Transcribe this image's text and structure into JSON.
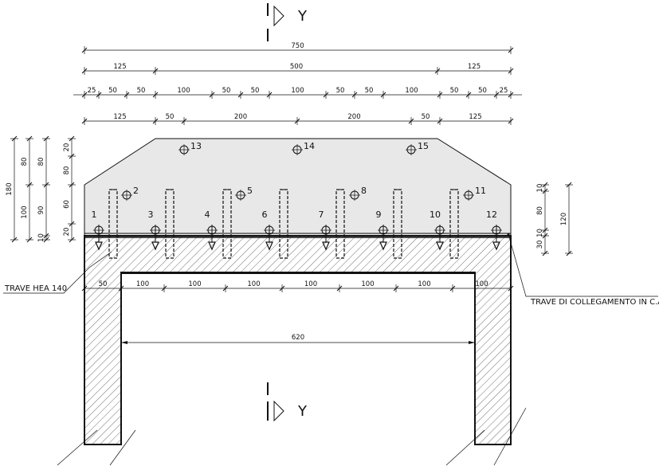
{
  "section": {
    "letter": "Y"
  },
  "dims": {
    "total": "750",
    "row2": [
      "125",
      "500",
      "125"
    ],
    "row3": [
      "25",
      "50",
      "50",
      "100",
      "50",
      "50",
      "100",
      "50",
      "50",
      "100",
      "50",
      "50",
      "25"
    ],
    "row4": [
      "125",
      "50",
      "200",
      "200",
      "50",
      "125"
    ],
    "left_outer": "180",
    "left_mid": [
      "80",
      "100"
    ],
    "left_inner": [
      "80",
      "90",
      "10"
    ],
    "left_small": [
      "20",
      "80",
      "60",
      "20"
    ],
    "right_outer": "120",
    "right_inner": [
      "10",
      "80",
      "10",
      "30"
    ],
    "beam_row": [
      "50",
      "100",
      "100",
      "100",
      "100",
      "100",
      "100",
      "100"
    ],
    "opening": "620"
  },
  "points_top": [
    "13",
    "14",
    "15"
  ],
  "points_mid": [
    "2",
    "5",
    "8",
    "11"
  ],
  "points_bottom": [
    "1",
    "3",
    "4",
    "6",
    "7",
    "9",
    "10",
    "12"
  ],
  "labels": {
    "trave_hea": "TRAVE HEA 140",
    "trave_coll": "TRAVE DI COLLEGAMENTO IN C.A"
  }
}
